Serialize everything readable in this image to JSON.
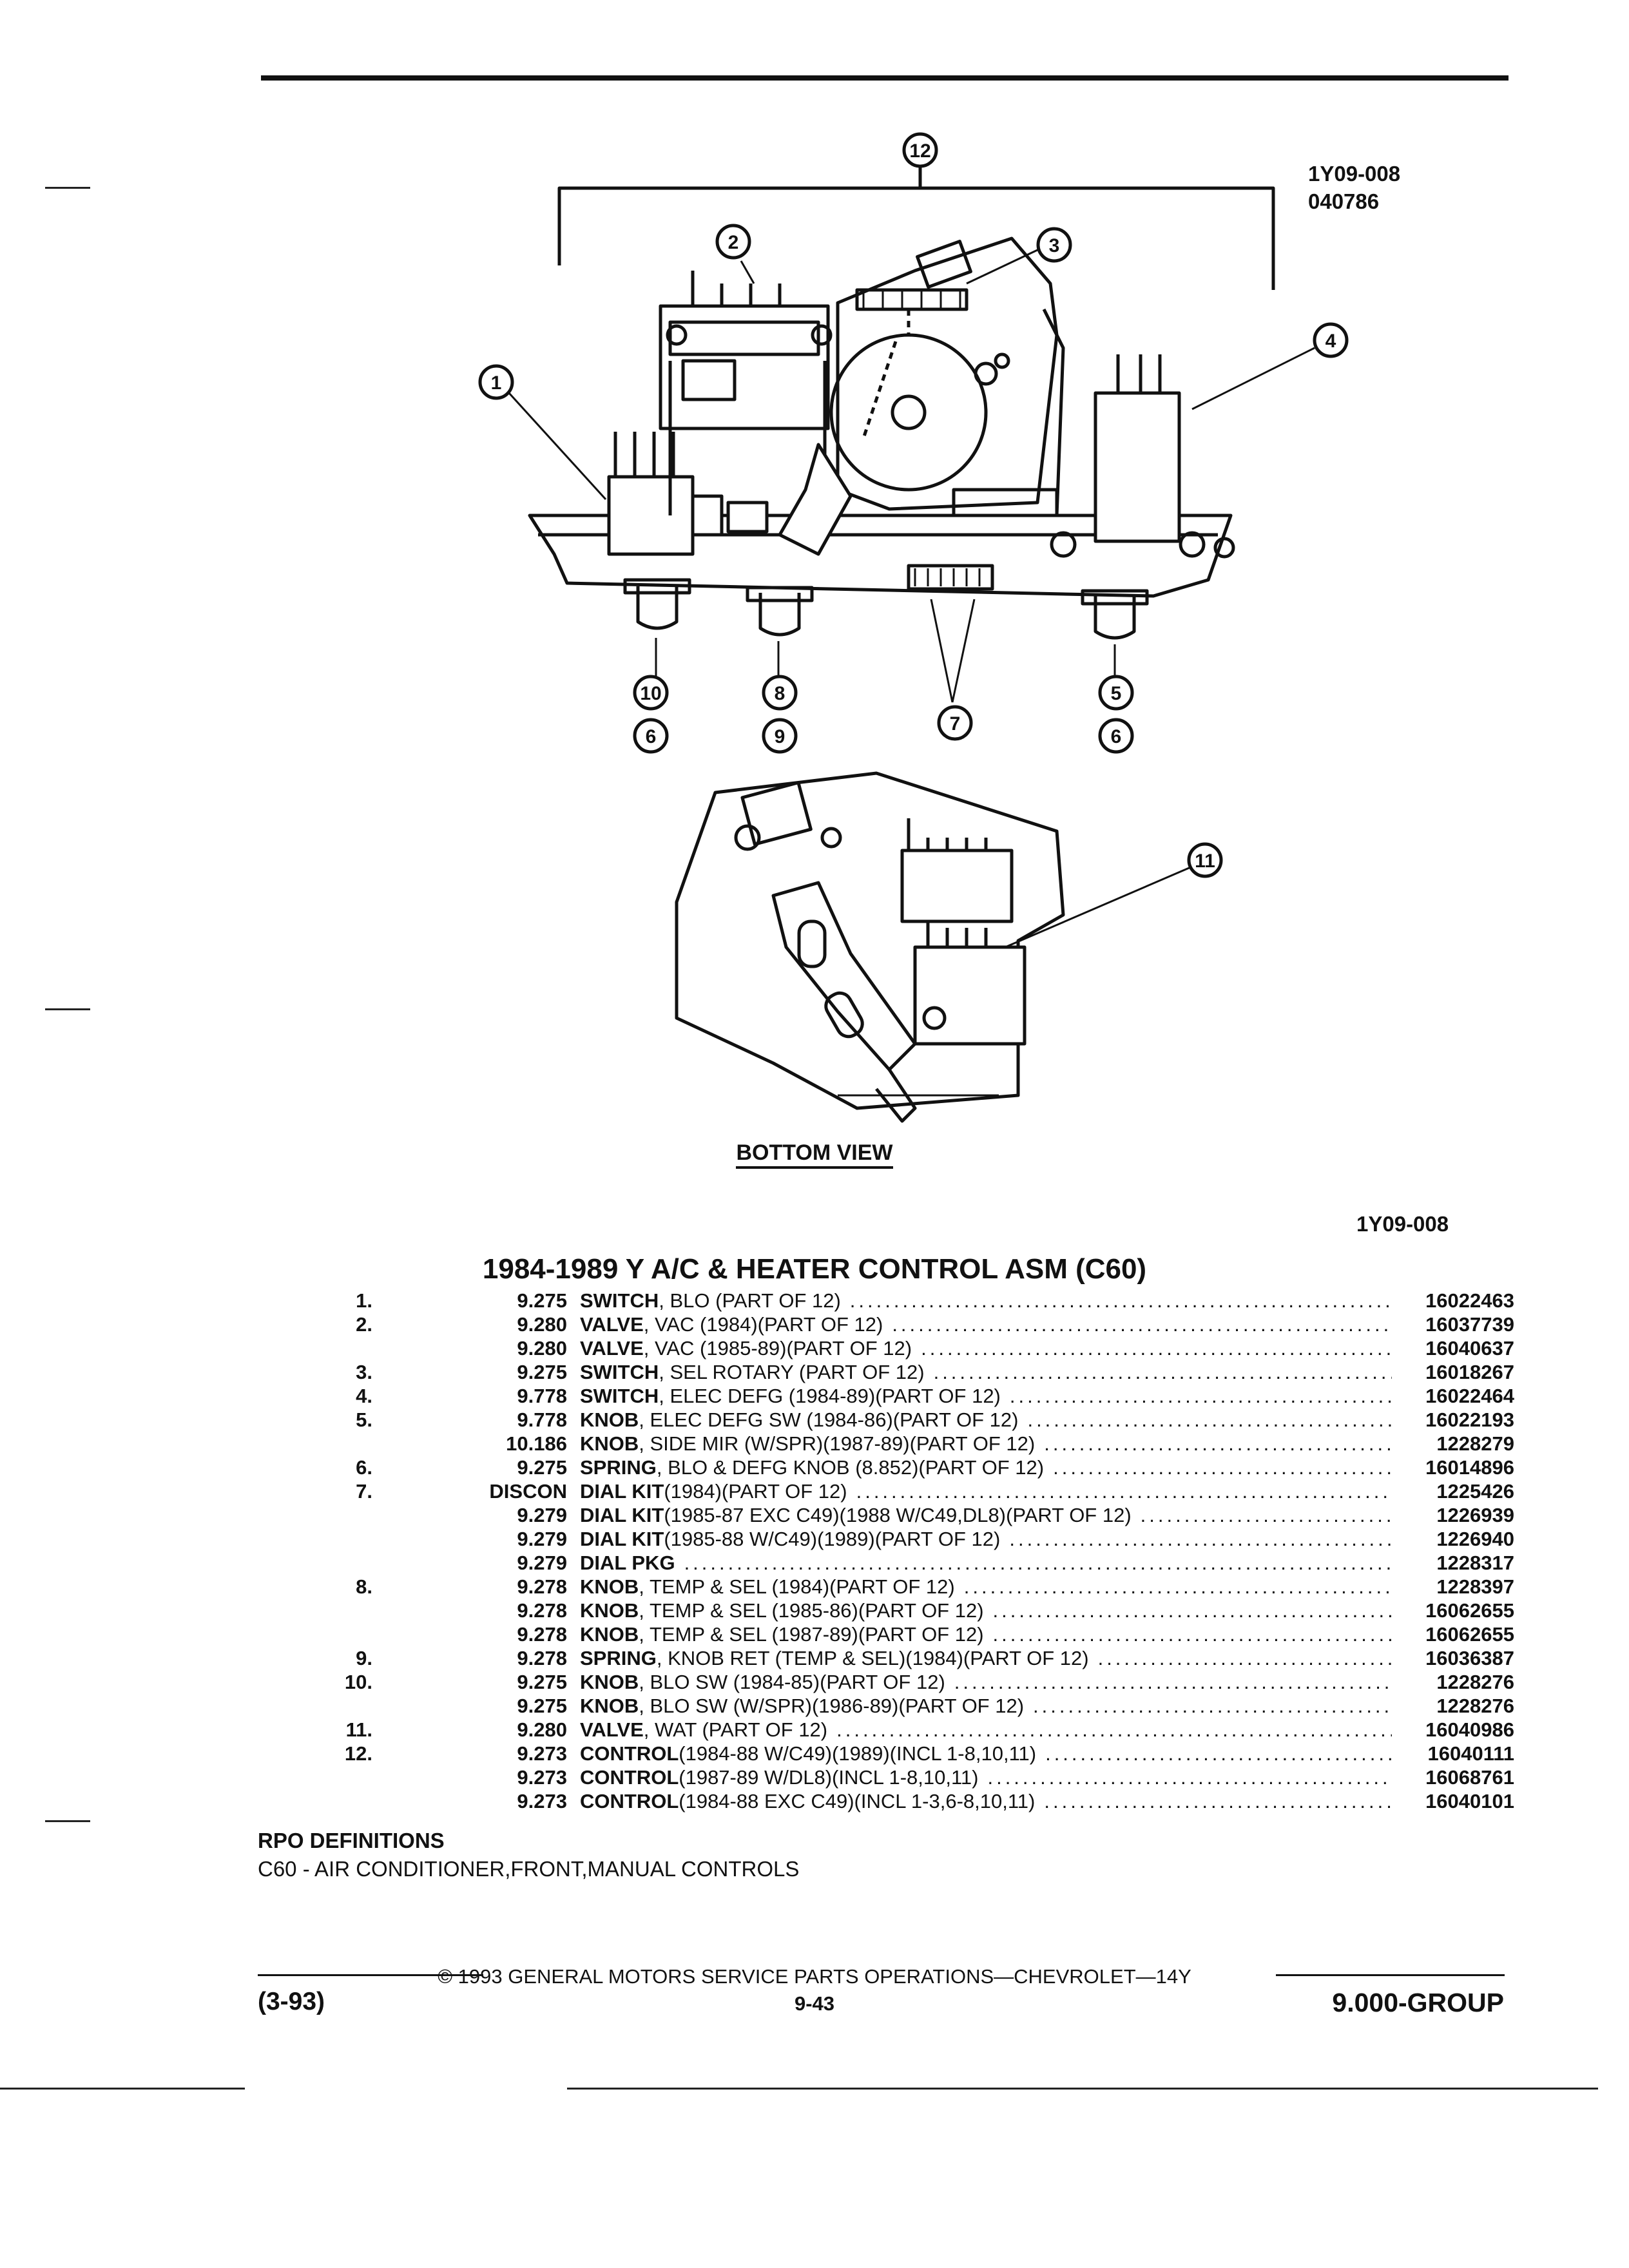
{
  "figure": {
    "ref_code": "1Y09-008",
    "ref_date": "040786",
    "callouts": [
      "1",
      "2",
      "3",
      "4",
      "5",
      "6",
      "7",
      "8",
      "9",
      "10",
      "11",
      "12"
    ],
    "view_label": "BOTTOM VIEW",
    "ref_code_lower": "1Y09-008"
  },
  "title": "1984-1989 Y A/C & HEATER CONTROL ASM (C60)",
  "parts": [
    {
      "no": "1.",
      "group": "9.275",
      "name": "SWITCH",
      "detail": ", BLO (PART OF 12)",
      "part_no": "16022463"
    },
    {
      "no": "2.",
      "group": "9.280",
      "name": "VALVE",
      "detail": ", VAC (1984)(PART OF 12)",
      "part_no": "16037739"
    },
    {
      "no": "",
      "group": "9.280",
      "name": "VALVE",
      "detail": ", VAC (1985-89)(PART OF 12)",
      "part_no": "16040637"
    },
    {
      "no": "3.",
      "group": "9.275",
      "name": "SWITCH",
      "detail": ", SEL ROTARY (PART OF 12)",
      "part_no": "16018267"
    },
    {
      "no": "4.",
      "group": "9.778",
      "name": "SWITCH",
      "detail": ", ELEC DEFG (1984-89)(PART OF 12)",
      "part_no": "16022464"
    },
    {
      "no": "5.",
      "group": "9.778",
      "name": "KNOB",
      "detail": ", ELEC DEFG SW (1984-86)(PART OF 12)",
      "part_no": "16022193"
    },
    {
      "no": "",
      "group": "10.186",
      "name": "KNOB",
      "detail": ", SIDE MIR (W/SPR)(1987-89)(PART OF 12)",
      "part_no": "1228279"
    },
    {
      "no": "6.",
      "group": "9.275",
      "name": "SPRING",
      "detail": ", BLO & DEFG KNOB (8.852)(PART OF 12)",
      "part_no": "16014896"
    },
    {
      "no": "7.",
      "group": "DISCON",
      "name": "DIAL KIT",
      "detail": " (1984)(PART OF 12)",
      "part_no": "1225426"
    },
    {
      "no": "",
      "group": "9.279",
      "name": "DIAL KIT",
      "detail": " (1985-87 EXC C49)(1988 W/C49,DL8)(PART OF 12)",
      "part_no": "1226939"
    },
    {
      "no": "",
      "group": "9.279",
      "name": "DIAL KIT",
      "detail": " (1985-88 W/C49)(1989)(PART OF 12)",
      "part_no": "1226940"
    },
    {
      "no": "",
      "group": "9.279",
      "name": "DIAL PKG",
      "detail": "",
      "part_no": "1228317"
    },
    {
      "no": "8.",
      "group": "9.278",
      "name": "KNOB",
      "detail": ", TEMP & SEL (1984)(PART OF 12)",
      "part_no": "1228397"
    },
    {
      "no": "",
      "group": "9.278",
      "name": "KNOB",
      "detail": ", TEMP & SEL (1985-86)(PART OF 12)",
      "part_no": "16062655"
    },
    {
      "no": "",
      "group": "9.278",
      "name": "KNOB",
      "detail": ", TEMP & SEL (1987-89)(PART OF 12)",
      "part_no": "16062655"
    },
    {
      "no": "9.",
      "group": "9.278",
      "name": "SPRING",
      "detail": ", KNOB RET (TEMP & SEL)(1984)(PART OF 12)",
      "part_no": "16036387"
    },
    {
      "no": "10.",
      "group": "9.275",
      "name": "KNOB",
      "detail": ", BLO SW (1984-85)(PART OF 12)",
      "part_no": "1228276"
    },
    {
      "no": "",
      "group": "9.275",
      "name": "KNOB",
      "detail": ", BLO SW (W/SPR)(1986-89)(PART OF 12)",
      "part_no": "1228276"
    },
    {
      "no": "11.",
      "group": "9.280",
      "name": "VALVE",
      "detail": ", WAT (PART OF 12)",
      "part_no": "16040986"
    },
    {
      "no": "12.",
      "group": "9.273",
      "name": "CONTROL",
      "detail": " (1984-88 W/C49)(1989)(INCL 1-8,10,11)",
      "part_no": "16040111"
    },
    {
      "no": "",
      "group": "9.273",
      "name": "CONTROL",
      "detail": " (1987-89 W/DL8)(INCL 1-8,10,11)",
      "part_no": "16068761"
    },
    {
      "no": "",
      "group": "9.273",
      "name": "CONTROL",
      "detail": " (1984-88 EXC C49)(INCL 1-3,6-8,10,11)",
      "part_no": "16040101"
    }
  ],
  "rpo": {
    "title": "RPO DEFINITIONS",
    "line": "C60 - AIR CONDITIONER,FRONT,MANUAL CONTROLS"
  },
  "footer": {
    "date": "(3-93)",
    "copyright": "© 1993 GENERAL MOTORS SERVICE PARTS OPERATIONS—CHEVROLET—14Y",
    "page": "9-43",
    "group": "9.000-GROUP"
  }
}
